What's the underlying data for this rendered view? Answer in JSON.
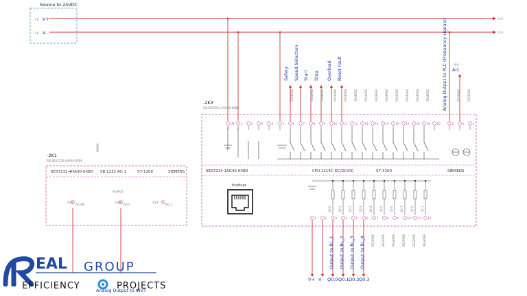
{
  "source": {
    "title": "Source to 24VDC",
    "vplus_ref": "1.6",
    "vplus": "V+",
    "vminus_ref": "1.6",
    "vminus": "V-"
  },
  "rails": {
    "vplus_ref": "/1.9",
    "vminus_ref": "/1.9"
  },
  "inputs": [
    {
      "label": "Safety"
    },
    {
      "label": "Speed Selection"
    },
    {
      "label": "Start"
    },
    {
      "label": "Stop"
    },
    {
      "label": "Overload"
    },
    {
      "label": "Reset  Fault"
    }
  ],
  "analog": {
    "freq_label": "Analog Output to PLC (Frequency signals)",
    "ai1": "AI1",
    "ai1_ref": "9.6"
  },
  "reserve": {
    "label": "RESERVE"
  },
  "plc": {
    "id": "-2K3",
    "order_code": "SIE.6ES7214-1AG40-0XB0",
    "part_number": "6ES7214-1AG40-0XB0",
    "cpu": "CPU 1214C DC/DC/DC",
    "family": "S7-1200",
    "brand": "SIEMENS",
    "profinet": "Profinet"
  },
  "top_terminals": [
    "1M",
    "1",
    "2",
    "3",
    "4",
    "5",
    "6",
    "7",
    "8",
    "9",
    "10",
    "11",
    "12",
    "13",
    "14",
    "15",
    "16",
    "17",
    "18",
    "19",
    "20",
    "2",
    "3",
    "4"
  ],
  "bottom_terminals": [
    "1",
    "2",
    "3",
    "4",
    "5",
    "6",
    "7",
    "8",
    "9",
    "10",
    "11",
    "12"
  ],
  "outputs": [
    {
      "label": "Output to BL_1"
    },
    {
      "label": "Output to BL_2"
    },
    {
      "label": "Output to BL_3"
    },
    {
      "label": "Output to BL_4"
    }
  ],
  "bottom_tags": [
    "V+",
    "V-",
    "Q0.0",
    "Q0.1",
    "Q0.2",
    "Q0.3"
  ],
  "ao": {
    "id": "-2K1",
    "order_code": "SIE.6ES7232-4HA30-0XB0",
    "spare": "SPARE",
    "part_number": "6ES7232-4HA30-0XB0",
    "sb": "SB 1232 AO 1",
    "family": "S7-1200",
    "brand": "SIEMENS",
    "channel": "AQ/AQ0",
    "output_label": "Analog Output to INVT"
  },
  "logo": {
    "eal": "EAL",
    "group": "GROUP",
    "efficiency": "EFFICIENCY",
    "projects": "PROJECTS"
  },
  "colors": {
    "wire": "#d32f2f",
    "frame": "#c44ab8",
    "label": "#1a2ba8",
    "logo": "#1f4aa3"
  }
}
